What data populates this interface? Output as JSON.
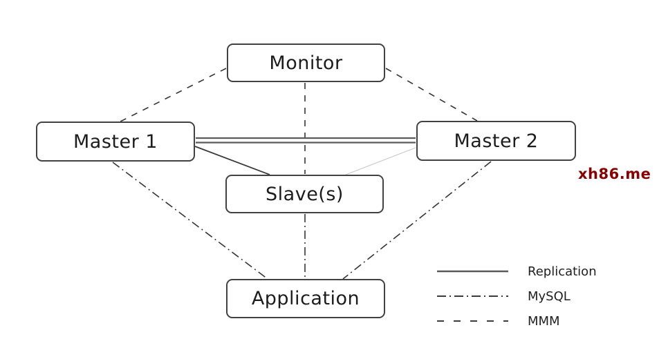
{
  "diagram": {
    "title_implicit": "MySQL MMM replication architecture",
    "nodes": {
      "monitor": {
        "label": "Monitor"
      },
      "master1": {
        "label": "Master 1"
      },
      "master2": {
        "label": "Master 2"
      },
      "slaves": {
        "label": "Slave(s)"
      },
      "application": {
        "label": "Application"
      }
    },
    "edges": [
      {
        "from": "monitor",
        "to": "master1",
        "type": "MMM",
        "style": "dashed"
      },
      {
        "from": "monitor",
        "to": "master2",
        "type": "MMM",
        "style": "dashed"
      },
      {
        "from": "monitor",
        "to": "slaves",
        "type": "MMM",
        "style": "dashed"
      },
      {
        "from": "master1",
        "to": "master2",
        "type": "Replication",
        "style": "double-solid"
      },
      {
        "from": "master1",
        "to": "slaves",
        "type": "Replication",
        "style": "solid"
      },
      {
        "from": "master2",
        "to": "slaves",
        "type": "Replication",
        "style": "solid-light"
      },
      {
        "from": "master1",
        "to": "application",
        "type": "MySQL",
        "style": "dash-dot"
      },
      {
        "from": "master2",
        "to": "application",
        "type": "MySQL",
        "style": "dash-dot"
      },
      {
        "from": "slaves",
        "to": "application",
        "type": "MySQL",
        "style": "dash-dot"
      }
    ],
    "colors": {
      "line_dark": "#3a3a3a",
      "line_gray": "#5a5a5a",
      "line_light": "#c9c9c9",
      "border": "#414141",
      "watermark": "#8b0000"
    }
  },
  "legend": {
    "items": [
      {
        "style": "solid",
        "label": "Replication"
      },
      {
        "style": "dash-dot",
        "label": "MySQL"
      },
      {
        "style": "dashed",
        "label": "MMM"
      }
    ]
  },
  "watermark": {
    "text": "xh86.me"
  }
}
